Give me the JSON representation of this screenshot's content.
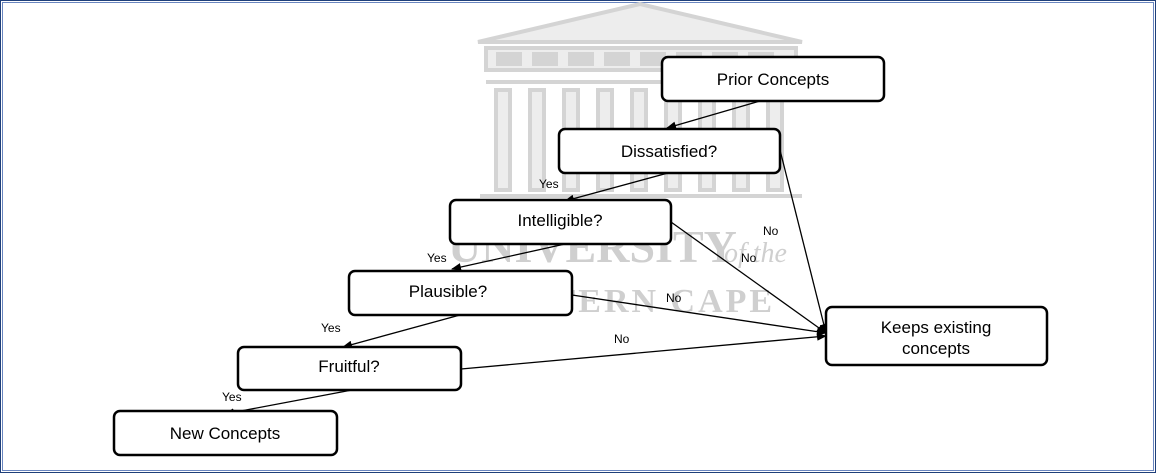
{
  "watermark": {
    "line1": "UNIVERSITY",
    "line1_suffix": "of the",
    "line2": "WESTERN CAPE",
    "color": "#cfcfcf"
  },
  "nodes": {
    "prior": "Prior Concepts",
    "dissatisfied": "Dissatisfied?",
    "intelligible": "Intelligible?",
    "plausible": "Plausible?",
    "fruitful": "Fruitful?",
    "new_concepts": "New Concepts",
    "keeps_line1": "Keeps existing",
    "keeps_line2": "concepts"
  },
  "edges": {
    "yes_dissatisfied": "Yes",
    "yes_intelligible": "Yes",
    "yes_plausible": "Yes",
    "yes_fruitful": "Yes",
    "no_dissatisfied": "No",
    "no_intelligible": "No",
    "no_plausible": "No",
    "no_fruitful": "No"
  },
  "colors": {
    "frame": "#1f3f7a",
    "stroke": "#000000"
  }
}
